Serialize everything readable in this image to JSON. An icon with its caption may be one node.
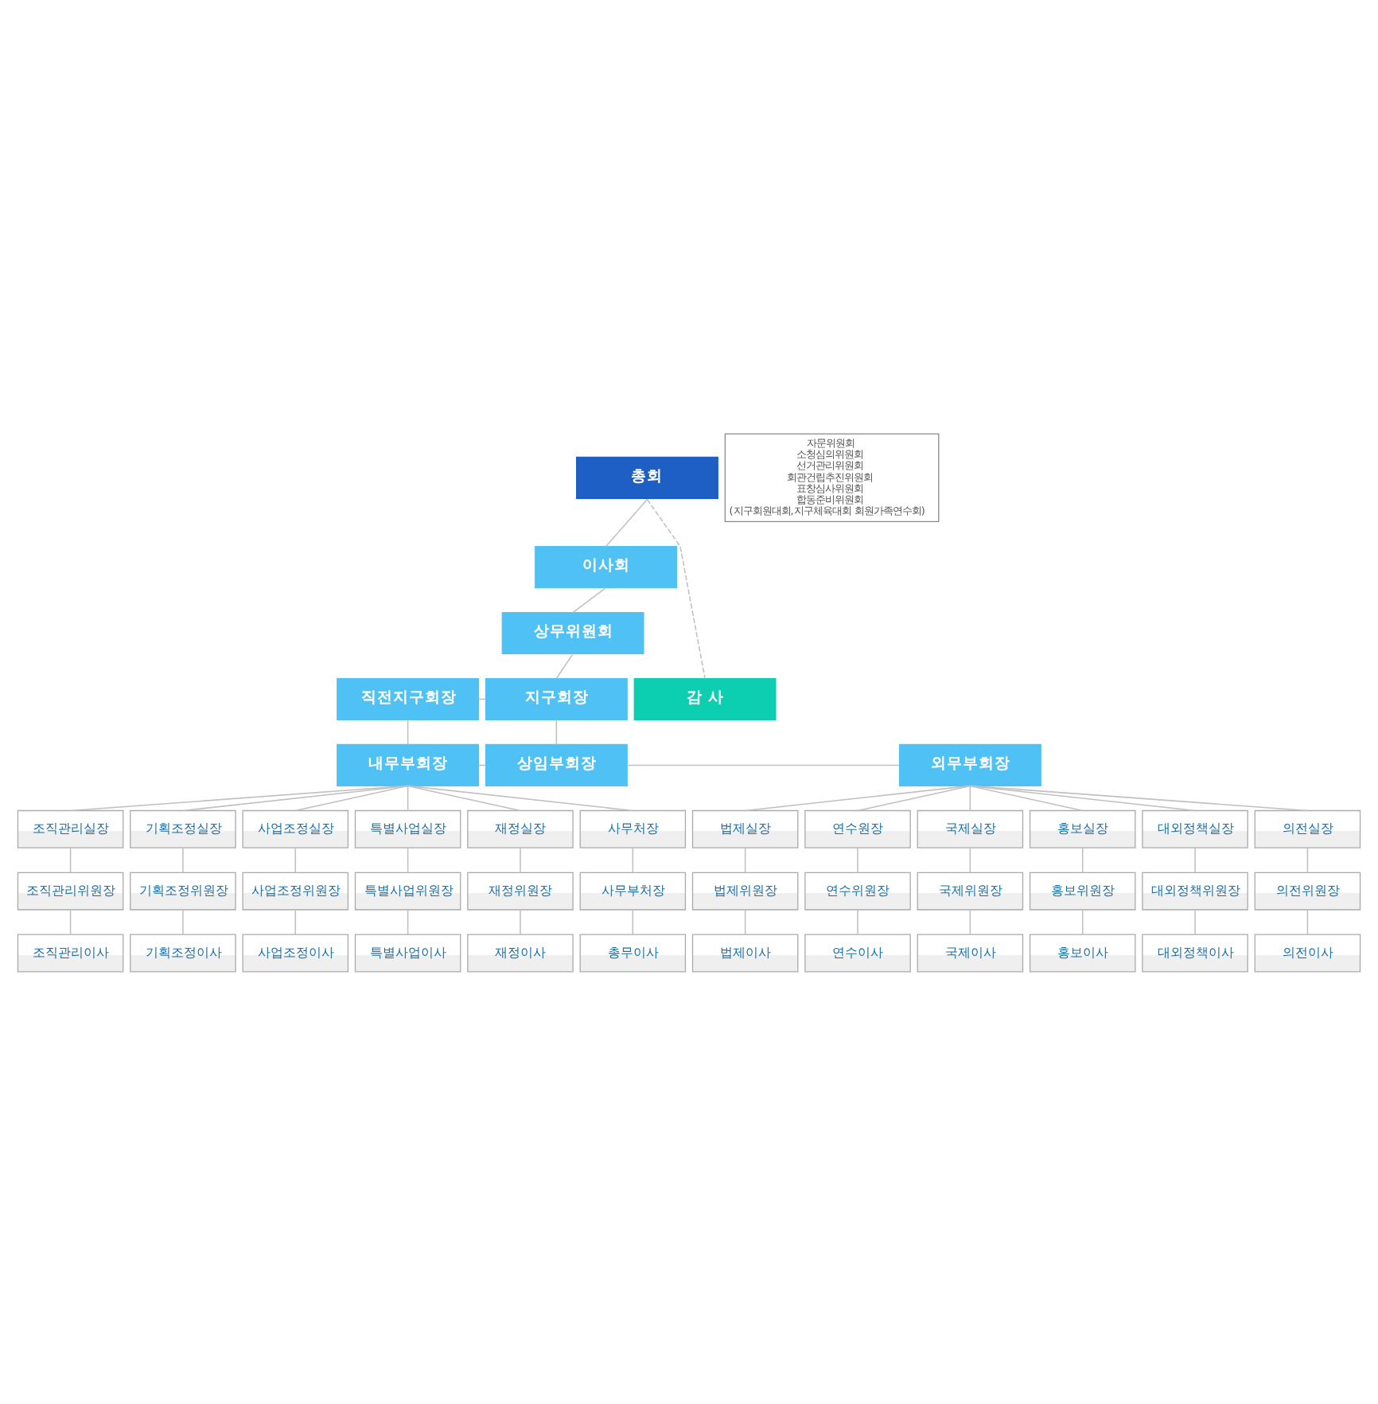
{
  "diagram": {
    "nodes": [
      {
        "text": [
          "총회"
        ]
      },
      {
        "text": [
          "자문위원회",
          "소청심의위원회",
          "선거관리위원회",
          "회관건립추진위원회",
          "표창심사위원회",
          "합동준비위원회",
          "(지구회원대회,지구체육대회 회원가족연수회)"
        ]
      },
      {
        "text": [
          "이사회"
        ]
      },
      {
        "text": [
          "상무위원회"
        ]
      },
      {
        "text": [
          "직전지구회장"
        ]
      },
      {
        "text": [
          "지구회장"
        ]
      },
      {
        "text": [
          "감 사"
        ]
      },
      {
        "text": [
          "내무부회장"
        ]
      },
      {
        "text": [
          "상임부회장"
        ]
      },
      {
        "text": [
          "외무부회장"
        ]
      },
      {
        "text": [
          "조직관리실장"
        ]
      },
      {
        "text": [
          "기획조정실장"
        ]
      },
      {
        "text": [
          "사업조정실장"
        ]
      },
      {
        "text": [
          "특별사업실장"
        ]
      },
      {
        "text": [
          "재정실장"
        ]
      },
      {
        "text": [
          "사무처장"
        ]
      },
      {
        "text": [
          "법제실장"
        ]
      },
      {
        "text": [
          "연수원장"
        ]
      },
      {
        "text": [
          "국제실장"
        ]
      },
      {
        "text": [
          "홍보실장"
        ]
      },
      {
        "text": [
          "대외정책실장"
        ]
      },
      {
        "text": [
          "의전실장"
        ]
      },
      {
        "text": [
          "조직관리위원장"
        ]
      },
      {
        "text": [
          "기획조정위원장"
        ]
      },
      {
        "text": [
          "사업조정위원장"
        ]
      },
      {
        "text": [
          "특별사업위원장"
        ]
      },
      {
        "text": [
          "재정위원장"
        ]
      },
      {
        "text": [
          "사무부처장"
        ]
      },
      {
        "text": [
          "법제위원장"
        ]
      },
      {
        "text": [
          "연수위원장"
        ]
      },
      {
        "text": [
          "국제위원장"
        ]
      },
      {
        "text": [
          "홍보위원장"
        ]
      },
      {
        "text": [
          "대외정책위원장"
        ]
      },
      {
        "text": [
          "의전위원장"
        ]
      },
      {
        "text": [
          "조직관리이사"
        ]
      },
      {
        "text": [
          "기획조정이사"
        ]
      },
      {
        "text": [
          "사업조정이사"
        ]
      },
      {
        "text": [
          "특별사업이사"
        ]
      },
      {
        "text": [
          "재정이사"
        ]
      },
      {
        "text": [
          "총무이사"
        ]
      },
      {
        "text": [
          "법제이사"
        ]
      },
      {
        "text": [
          "연수이사"
        ]
      },
      {
        "text": [
          "국제이사"
        ]
      },
      {
        "text": [
          "홍보이사"
        ]
      },
      {
        "text": [
          "대외정책이사"
        ]
      },
      {
        "text": [
          "의전이사"
        ]
      }
    ],
    "edges": [
      {
        "from": 0,
        "to": 2,
        "arrow": "none"
      },
      {
        "from": 0,
        "to": 6,
        "arrow": "none",
        "style": "dashed"
      },
      {
        "from": 2,
        "to": 3,
        "arrow": "none"
      },
      {
        "from": 3,
        "to": 5,
        "arrow": "none"
      },
      {
        "from": 4,
        "to": 5,
        "arrow": "none"
      },
      {
        "from": 4,
        "to": 7,
        "arrow": "none"
      },
      {
        "from": 5,
        "to": 8,
        "arrow": "none"
      },
      {
        "from": 7,
        "to": 8,
        "arrow": "none"
      },
      {
        "from": 8,
        "to": 9,
        "arrow": "none"
      },
      {
        "from": 7,
        "to": 10,
        "arrow": "none"
      },
      {
        "from": 7,
        "to": 11,
        "arrow": "none"
      },
      {
        "from": 7,
        "to": 12,
        "arrow": "none"
      },
      {
        "from": 7,
        "to": 13,
        "arrow": "none"
      },
      {
        "from": 7,
        "to": 14,
        "arrow": "none"
      },
      {
        "from": 7,
        "to": 15,
        "arrow": "none"
      },
      {
        "from": 9,
        "to": 16,
        "arrow": "none"
      },
      {
        "from": 9,
        "to": 17,
        "arrow": "none"
      },
      {
        "from": 9,
        "to": 18,
        "arrow": "none"
      },
      {
        "from": 9,
        "to": 19,
        "arrow": "none"
      },
      {
        "from": 9,
        "to": 20,
        "arrow": "none"
      },
      {
        "from": 9,
        "to": 21,
        "arrow": "none"
      },
      {
        "from": 10,
        "to": 22,
        "arrow": "none"
      },
      {
        "from": 11,
        "to": 23,
        "arrow": "none"
      },
      {
        "from": 12,
        "to": 24,
        "arrow": "none"
      },
      {
        "from": 13,
        "to": 25,
        "arrow": "none"
      },
      {
        "from": 14,
        "to": 26,
        "arrow": "none"
      },
      {
        "from": 15,
        "to": 27,
        "arrow": "none"
      },
      {
        "from": 16,
        "to": 28,
        "arrow": "none"
      },
      {
        "from": 17,
        "to": 29,
        "arrow": "none"
      },
      {
        "from": 18,
        "to": 30,
        "arrow": "none"
      },
      {
        "from": 19,
        "to": 31,
        "arrow": "none"
      },
      {
        "from": 20,
        "to": 32,
        "arrow": "none"
      },
      {
        "from": 21,
        "to": 33,
        "arrow": "none"
      },
      {
        "from": 22,
        "to": 34,
        "arrow": "none"
      },
      {
        "from": 23,
        "to": 35,
        "arrow": "none"
      },
      {
        "from": 24,
        "to": 36,
        "arrow": "none"
      },
      {
        "from": 25,
        "to": 37,
        "arrow": "none"
      },
      {
        "from": 26,
        "to": 38,
        "arrow": "none"
      },
      {
        "from": 27,
        "to": 39,
        "arrow": "none"
      },
      {
        "from": 28,
        "to": 40,
        "arrow": "none"
      },
      {
        "from": 29,
        "to": 41,
        "arrow": "none"
      },
      {
        "from": 30,
        "to": 42,
        "arrow": "none"
      },
      {
        "from": 31,
        "to": 43,
        "arrow": "none"
      },
      {
        "from": 32,
        "to": 44,
        "arrow": "none"
      },
      {
        "from": 33,
        "to": 45,
        "arrow": "none"
      }
    ]
  }
}
